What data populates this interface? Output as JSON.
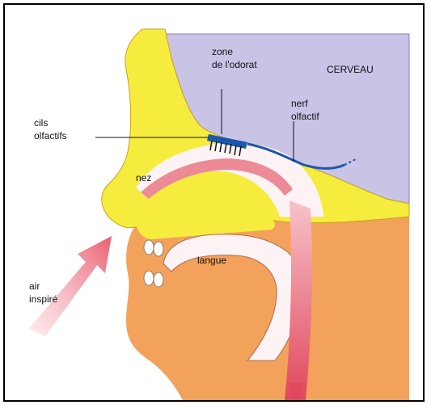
{
  "labels": {
    "zone_line1": "zone",
    "zone_line2": "de l'odorat",
    "cerveau": "CERVEAU",
    "nerf_line1": "nerf",
    "nerf_line2": "olfactif",
    "cils_line1": "cils",
    "cils_line2": "olfactifs",
    "nez": "nez",
    "langue": "langue",
    "air_line1": "air",
    "air_line2": "inspiré"
  },
  "colors": {
    "brain": "#c9c3e6",
    "bone": "#f6ec3e",
    "flesh": "#f3a25c",
    "nasal_cavity": "#fdf3f4",
    "airflow": "#ea5f6f",
    "nerve": "#1d57a8",
    "outline": "#111111"
  },
  "icons": [
    "arrow-icon"
  ]
}
